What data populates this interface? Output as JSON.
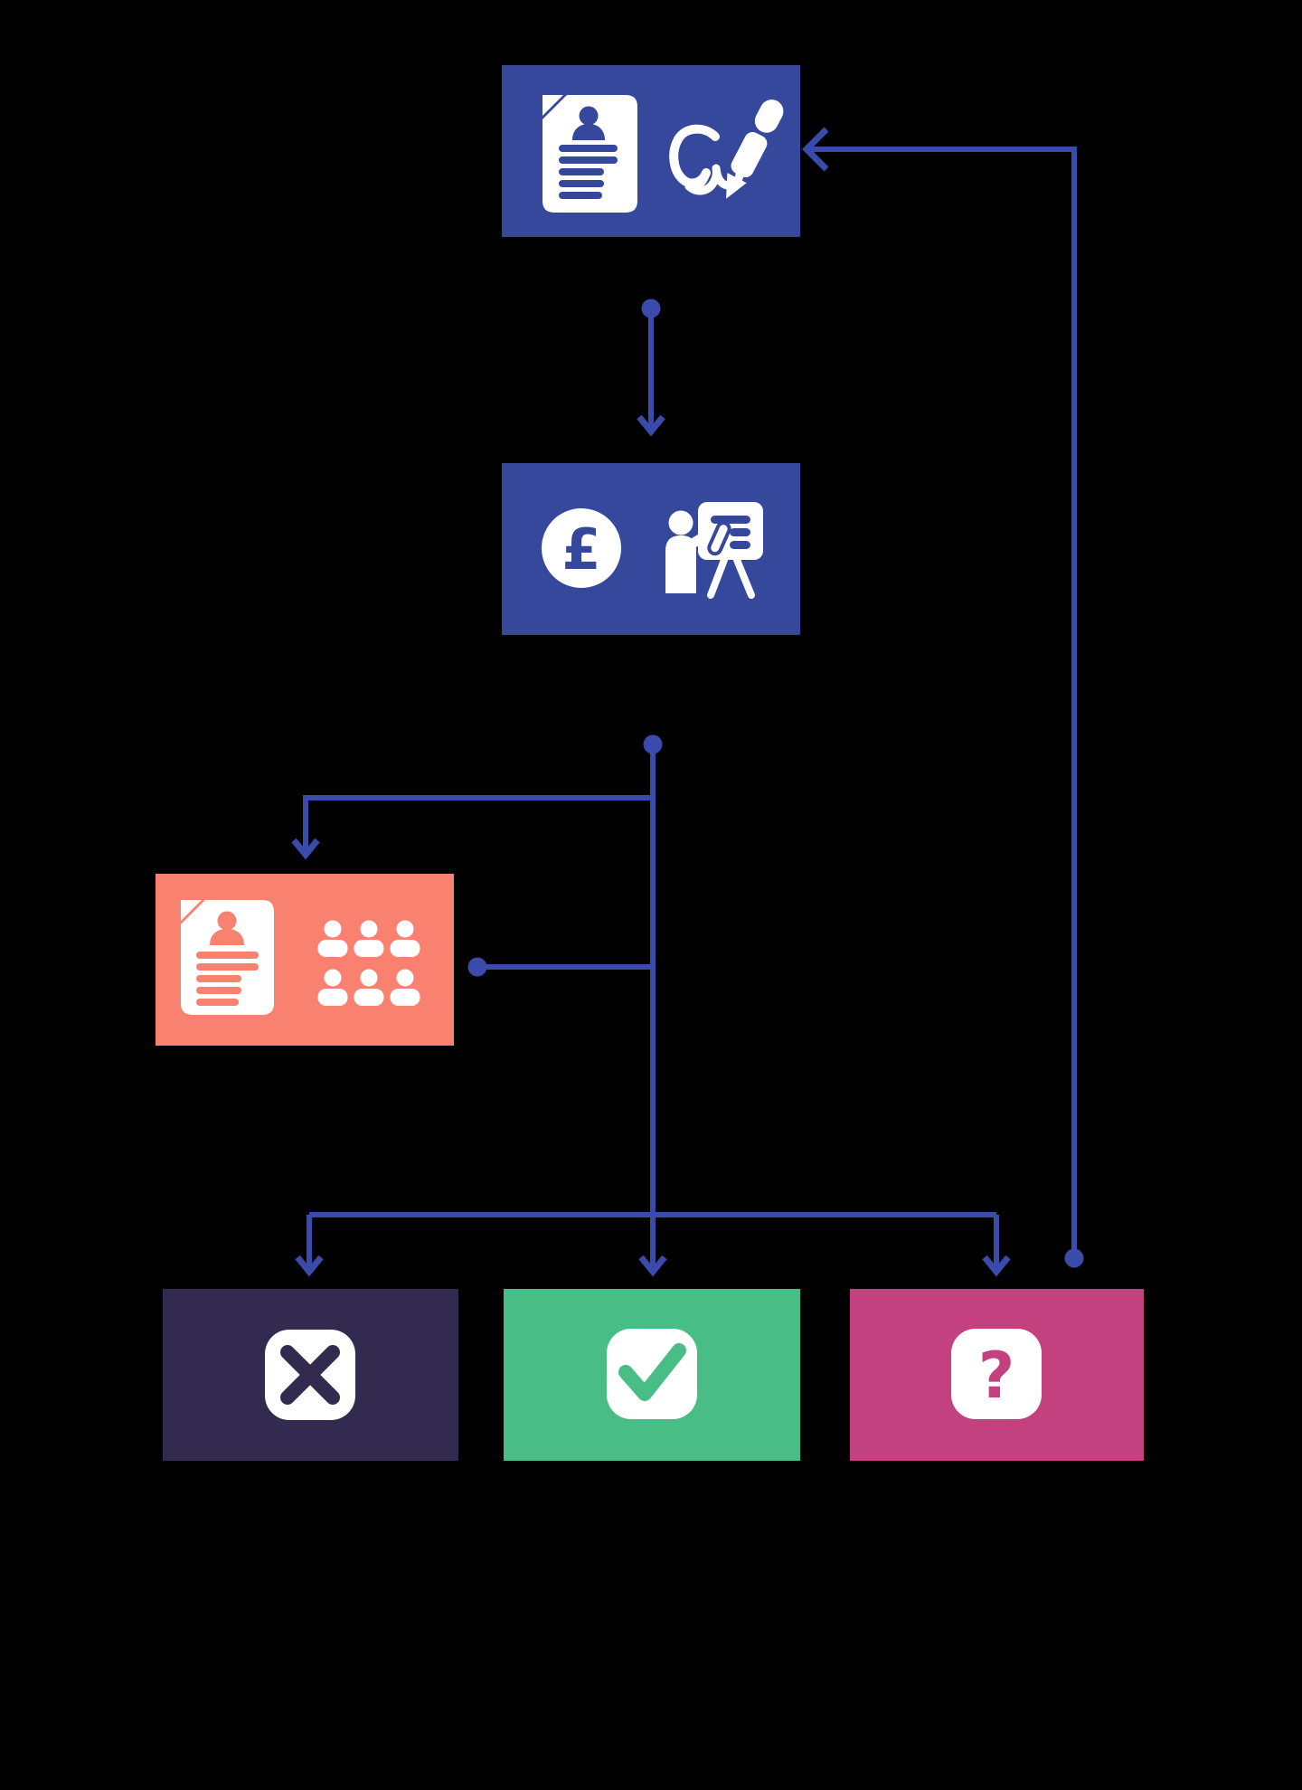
{
  "colors": {
    "background": "#000000",
    "connector": "#3A4BAC",
    "white": "#FFFFFF"
  },
  "nodes": [
    {
      "id": "top-blue-box",
      "color": "#36489B",
      "icons": [
        "cv-document-icon",
        "signature-pen-icon"
      ]
    },
    {
      "id": "middle-blue-box",
      "color": "#36489B",
      "icons": [
        "pound-coin-icon",
        "presenter-flipchart-icon"
      ]
    },
    {
      "id": "coral-box",
      "color": "#F98170",
      "icons": [
        "cv-document-icon",
        "people-group-icon"
      ]
    },
    {
      "id": "dark-box",
      "color": "#332B4F",
      "icons": [
        "cross-icon"
      ]
    },
    {
      "id": "green-box",
      "color": "#48BE86",
      "icons": [
        "check-icon"
      ]
    },
    {
      "id": "pink-box",
      "color": "#C3417F",
      "icons": [
        "question-icon"
      ]
    }
  ],
  "glyphs": {
    "pound": "£",
    "question": "?"
  },
  "connectors": [
    {
      "from": "top-blue-box",
      "to": "middle-blue-box",
      "marker_start": "dot",
      "marker_end": "arrow-down"
    },
    {
      "from": "middle-blue-box",
      "to": "coral-box",
      "marker_start": "dot",
      "marker_end": "arrow-down"
    },
    {
      "from": "coral-box",
      "to": "main-branch-line",
      "marker_start": "dot",
      "marker_end": "none"
    },
    {
      "from": "middle-blue-box",
      "to": "dark-box",
      "marker_start": "none",
      "marker_end": "arrow-down"
    },
    {
      "from": "middle-blue-box",
      "to": "green-box",
      "marker_start": "none",
      "marker_end": "arrow-down"
    },
    {
      "from": "middle-blue-box",
      "to": "pink-box",
      "marker_start": "none",
      "marker_end": "arrow-down"
    },
    {
      "from": "pink-box-area",
      "to": "top-blue-box",
      "marker_start": "dot",
      "marker_end": "arrow-left"
    }
  ]
}
